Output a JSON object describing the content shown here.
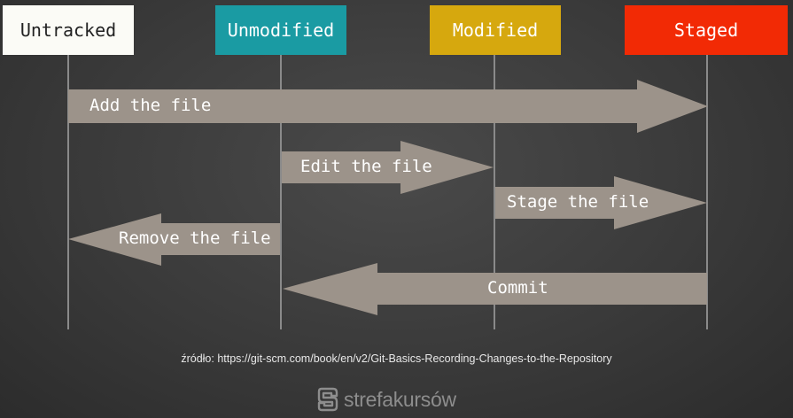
{
  "states": {
    "untracked": "Untracked",
    "unmodified": "Unmodified",
    "modified": "Modified",
    "staged": "Staged"
  },
  "transitions": {
    "add_file": "Add the file",
    "edit_file": "Edit the file",
    "stage_file": "Stage the file",
    "remove_file": "Remove the file",
    "commit": "Commit"
  },
  "source": "źródło: https://git-scm.com/book/en/v2/Git-Basics-Recording-Changes-to-the-Repository",
  "brand": {
    "name": "strefakursów"
  },
  "colors": {
    "untracked": "#fbfbf6",
    "unmodified": "#1a9ba3",
    "modified": "#d6a80e",
    "staged": "#f22a05",
    "arrow": "#9c938a"
  }
}
